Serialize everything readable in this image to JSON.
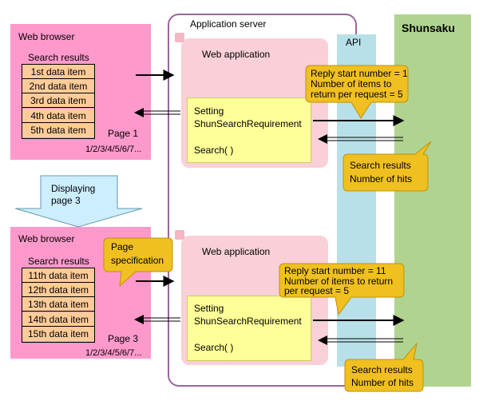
{
  "top_browser": {
    "title": "Web browser",
    "results_label": "Search results",
    "items": [
      "1st data item",
      "2nd data item",
      "3rd data item",
      "4th data item",
      "5th data item"
    ],
    "page": "Page 1",
    "pages": "1/2/3/4/5/6/7..."
  },
  "bottom_browser": {
    "title": "Web browser",
    "results_label": "Search results",
    "items": [
      "11th data item",
      "12th data item",
      "13th data item",
      "14th data item",
      "15th data item"
    ],
    "page": "Page 3",
    "pages": "1/2/3/4/5/6/7..."
  },
  "transition": {
    "line1": "Displaying",
    "line2": "page 3"
  },
  "page_spec": {
    "line1": "Page",
    "line2": "specification"
  },
  "app_server": {
    "title": "Application server"
  },
  "api": {
    "label": "API"
  },
  "shunsaku": {
    "label": "Shunsaku"
  },
  "top_webapp": {
    "title": "Web application",
    "setting_line1": "Setting",
    "setting_line2": "ShunSearchRequirement",
    "search_call": "Search( )"
  },
  "bottom_webapp": {
    "title": "Web application",
    "setting_line1": "Setting",
    "setting_line2": "ShunSearchRequirement",
    "search_call": "Search( )"
  },
  "top_request": {
    "line1": "Reply start number = 1",
    "line2": "Number of items to",
    "line3": "return per request = 5"
  },
  "bottom_request": {
    "line1": "Reply start number = 11",
    "line2": "Number of items to return",
    "line3": "per request = 5"
  },
  "top_response": {
    "line1": "Search results",
    "line2": "Number of hits"
  },
  "bottom_response": {
    "line1": "Search results",
    "line2": "Number of hits"
  },
  "colors": {
    "browser": "#ff99cc",
    "item": "#ffcc99",
    "webapp": "#f9d0d8",
    "setting_box": "#ffff99",
    "api": "#b8e0e8",
    "shunsaku": "#b0d490",
    "callout": "#f0c020",
    "transition_arrow": "#cceeff"
  }
}
